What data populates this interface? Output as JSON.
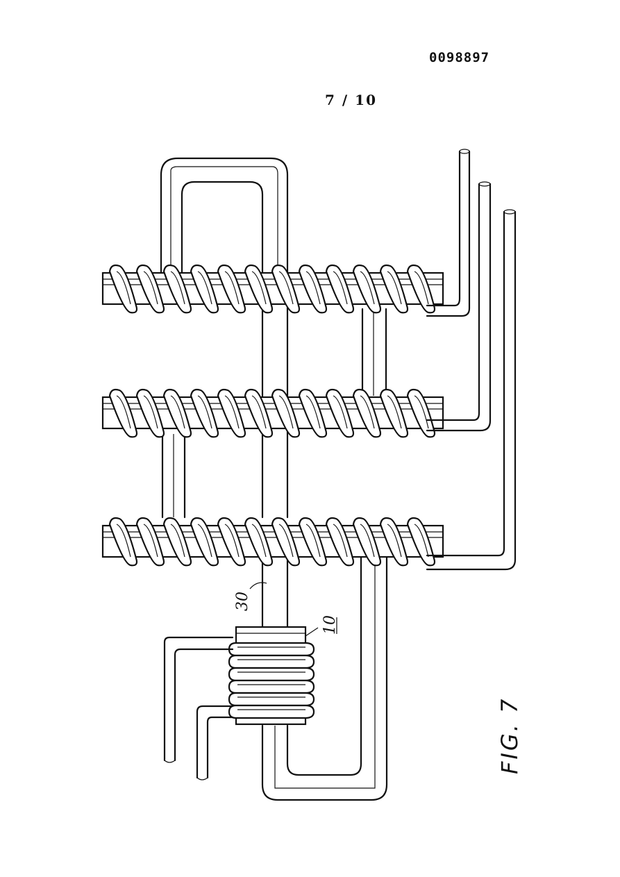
{
  "header": {
    "document_number": "0098897",
    "sheet_label": "7 / 10"
  },
  "figure": {
    "label": "FIG. 7",
    "callouts": {
      "tube": "30",
      "core": "10"
    }
  }
}
